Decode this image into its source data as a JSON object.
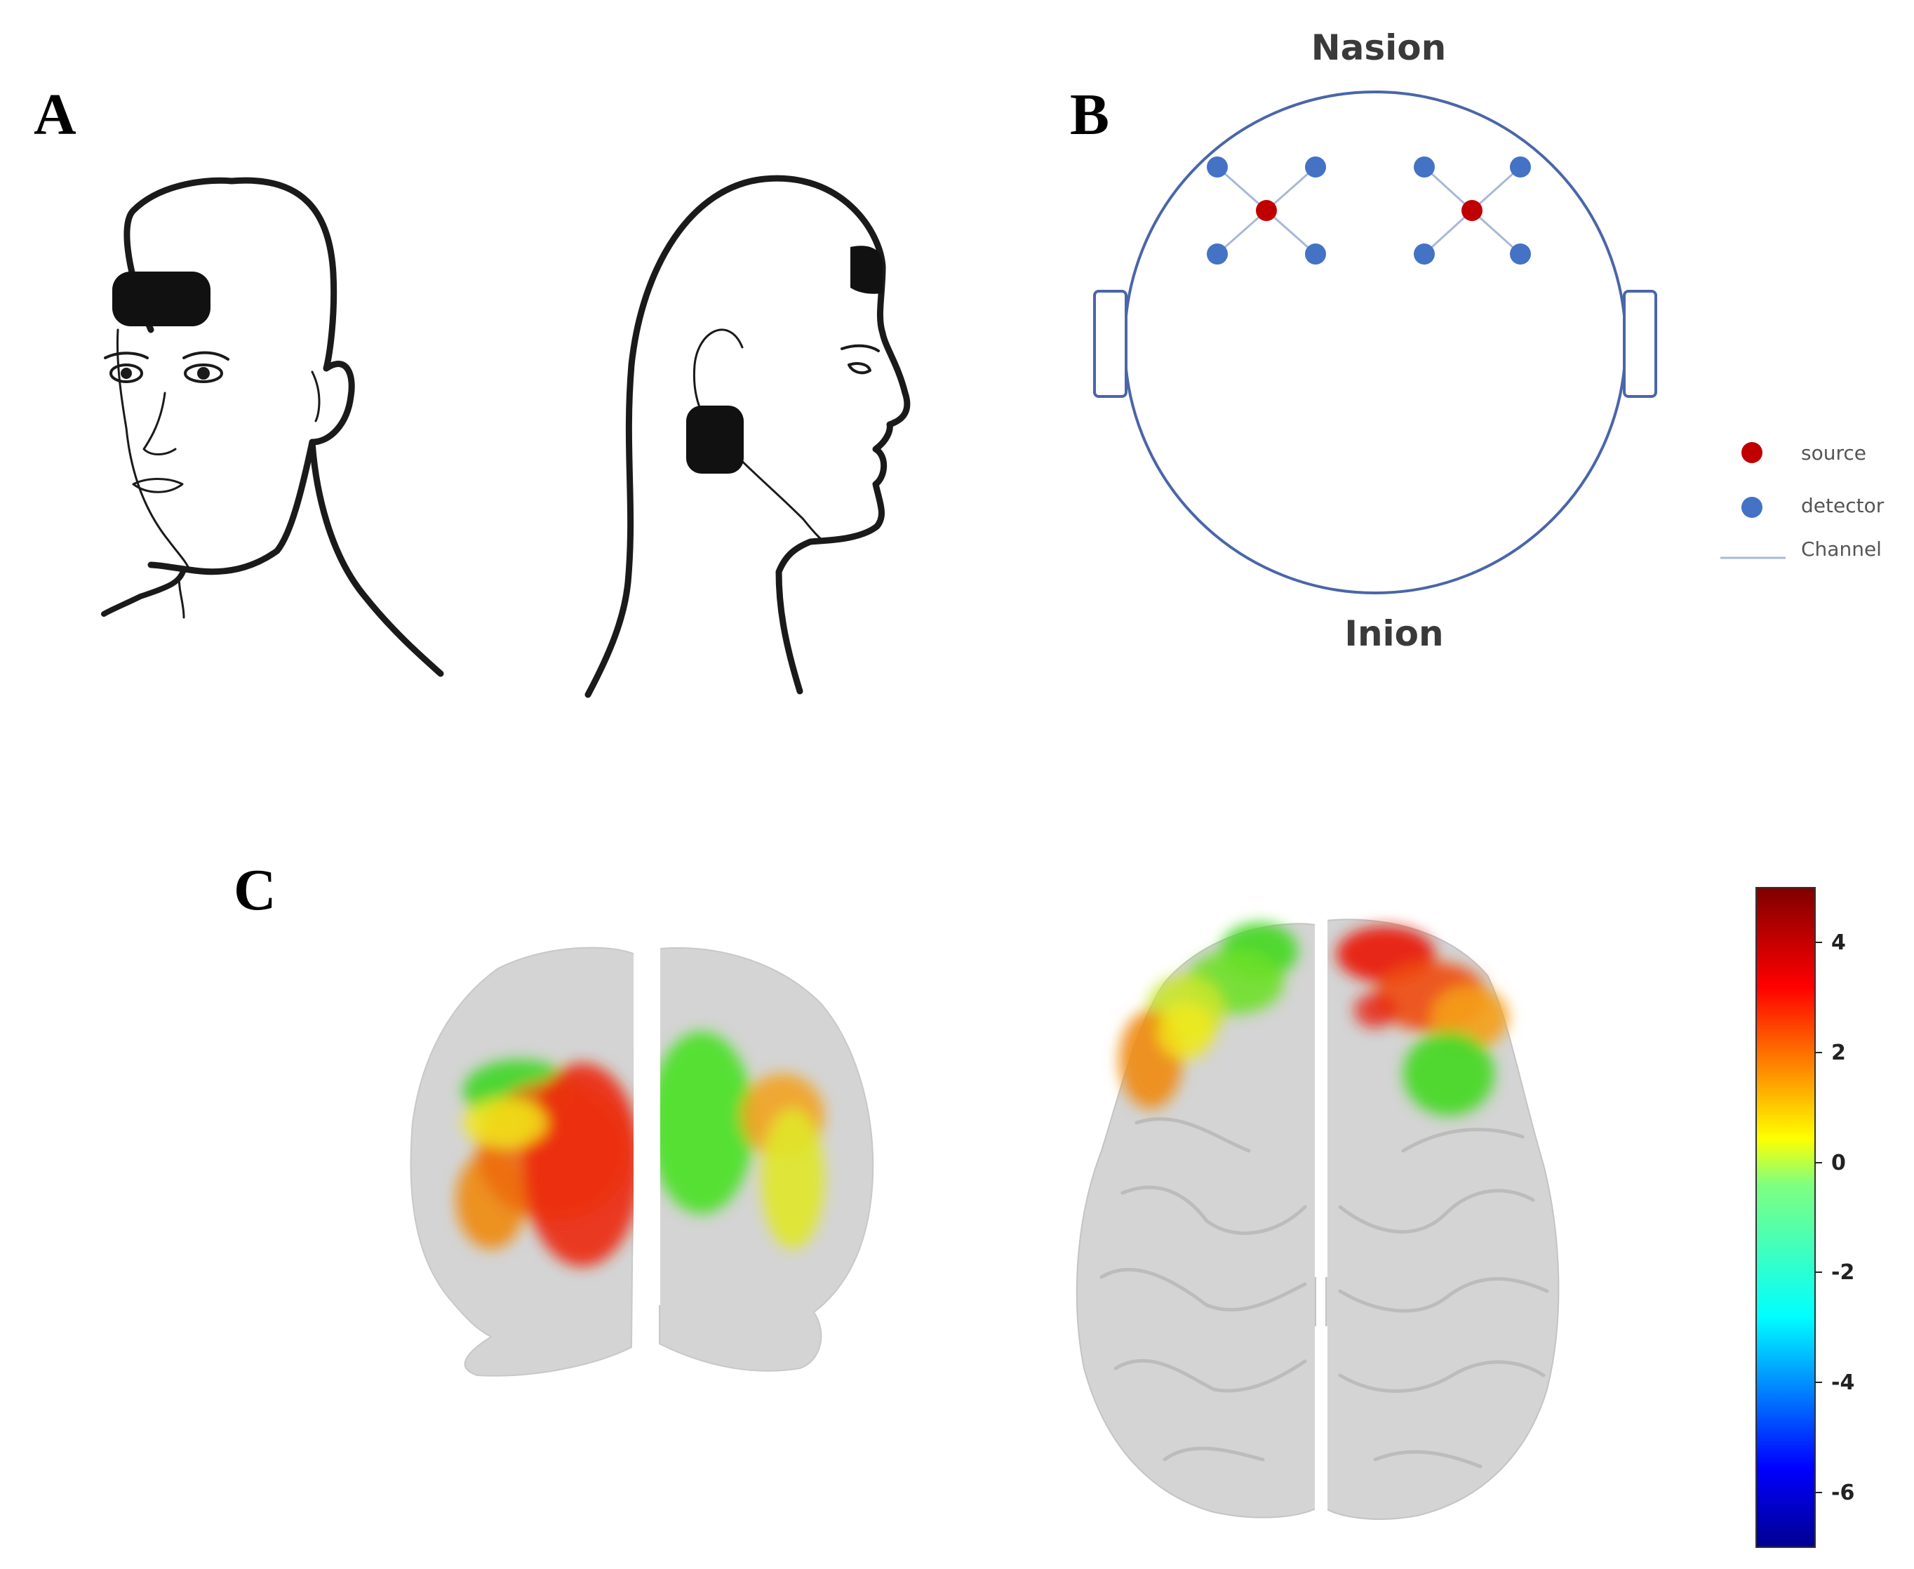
{
  "panels": {
    "a": "A",
    "b": "B",
    "c": "C"
  },
  "montage": {
    "top_label": "Nasion",
    "bottom_label": "Inion",
    "legend": {
      "source": "source",
      "detector": "detector",
      "channel": "Channel"
    },
    "colors": {
      "source": "#c00000",
      "detector": "#4472c4",
      "outline": "#4a66a8"
    }
  },
  "colorbar": {
    "ticks": [
      "4",
      "2",
      "0",
      "-2",
      "-4",
      "-6"
    ],
    "range": [
      -7,
      5
    ],
    "colormap": "jet"
  }
}
